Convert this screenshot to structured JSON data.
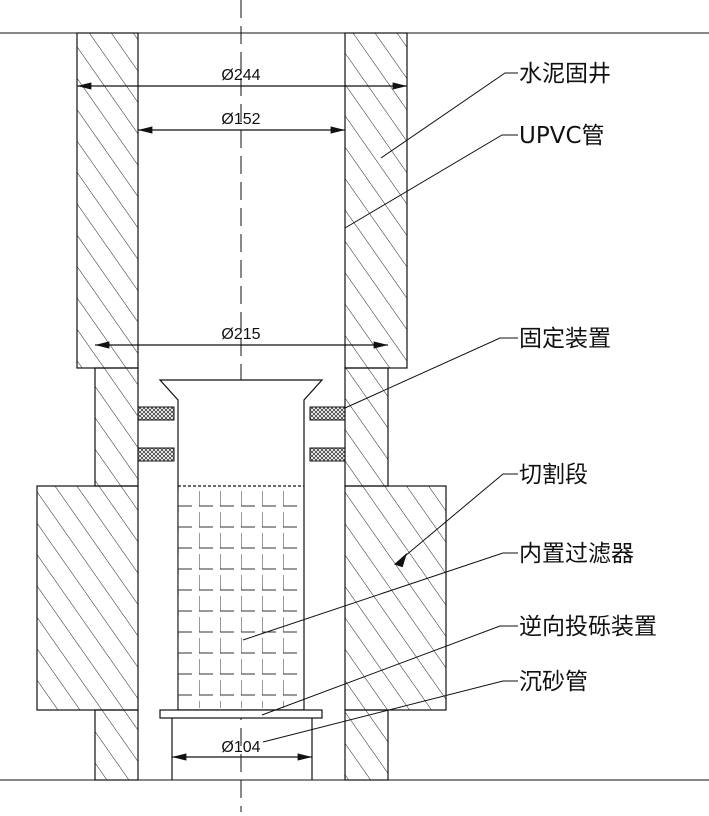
{
  "dimensions": {
    "d244": "Ø244",
    "d152": "Ø152",
    "d215": "Ø215",
    "d104": "Ø104"
  },
  "labels": {
    "cement": "水泥固井",
    "upvc": "UPVC管",
    "fixing": "固定装置",
    "cutting": "切割段",
    "filter": "内置过滤器",
    "reverse_gravel": "逆向投砾装置",
    "sand_pipe": "沉砂管"
  },
  "colors": {
    "stroke": "#111111",
    "hatch": "#222222",
    "background": "#ffffff"
  }
}
